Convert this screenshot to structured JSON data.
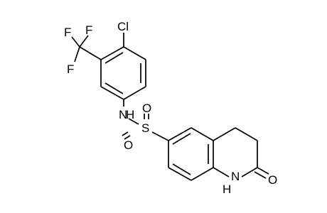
{
  "molecule": {
    "atom_labels": {
      "cl": "Cl",
      "f_top_left": "F",
      "f_top_right": "F",
      "f_bottom": "F",
      "nh_sulfonamide": "N",
      "nh_sulfonamide_h": "H",
      "sulfur": "S",
      "o_top": "O",
      "o_bottom": "O",
      "nh_lactam_n": "N",
      "nh_lactam_h": "H",
      "o_carbonyl": "O"
    }
  }
}
